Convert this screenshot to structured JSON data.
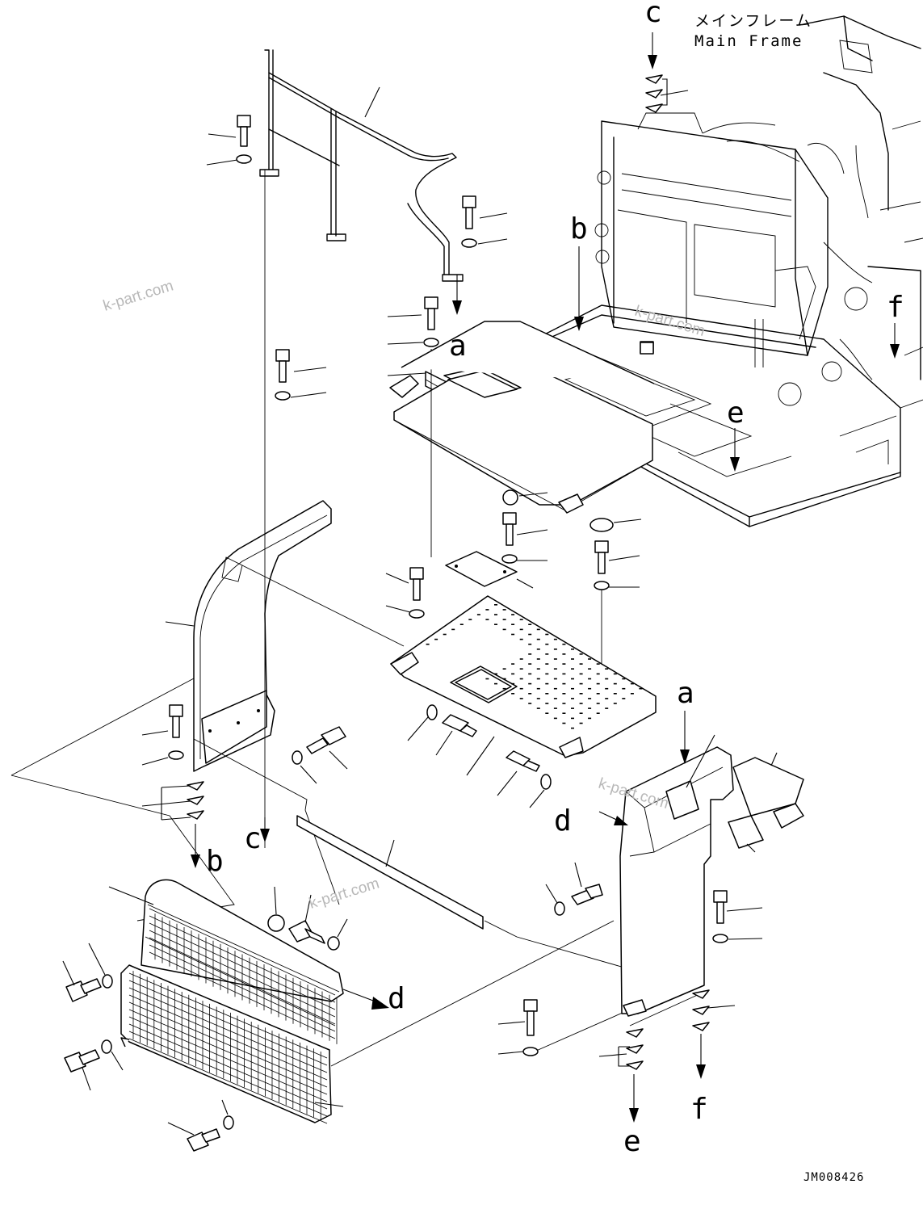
{
  "frame_label": {
    "jp": "メインフレーム",
    "en": "Main Frame"
  },
  "drawing_number": "JM008426",
  "watermark": "k-part.com",
  "reference_letters": {
    "a": "a",
    "b": "b",
    "c": "c",
    "d": "d",
    "e": "e",
    "f": "f"
  }
}
